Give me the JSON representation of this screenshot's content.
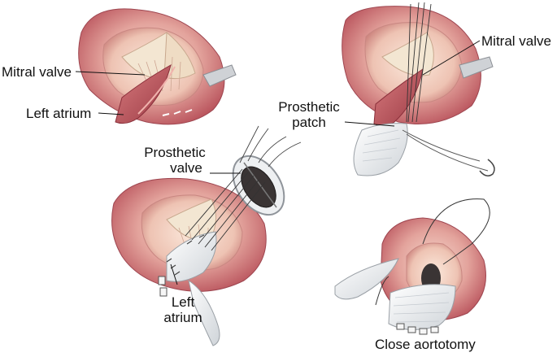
{
  "labels": {
    "mitral_valve_left": "Mitral valve",
    "left_atrium_top": "Left atrium",
    "mitral_valve_right": "Mitral valve",
    "prosthetic_patch_line1": "Prosthetic",
    "prosthetic_patch_line2": "patch",
    "prosthetic_valve_line1": "Prosthetic",
    "prosthetic_valve_line2": "valve",
    "left_atrium_bottom_line1": "Left",
    "left_atrium_bottom_line2": "atrium",
    "close_aortotomy": "Close aortotomy"
  },
  "colors": {
    "tissue_dark": "#b84f57",
    "tissue_mid": "#d88a86",
    "tissue_light": "#f1c9bd",
    "valve_cream": "#f3e6d2",
    "patch": "#e9ecef",
    "prosthetic_dark": "#3a3434",
    "suture": "#444444"
  }
}
